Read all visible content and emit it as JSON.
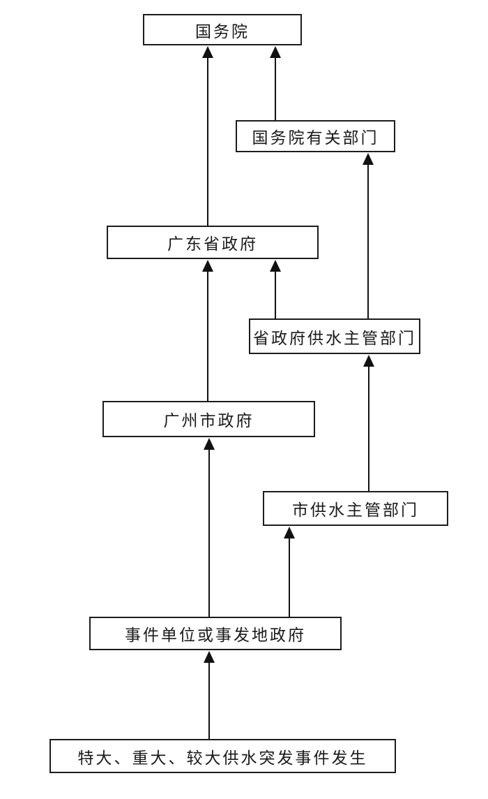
{
  "diagram": {
    "type": "flowchart",
    "direction": "bottom-up reporting flow",
    "colors": {
      "line": "#1c1c1c",
      "text": "#1a1a1a",
      "background": "#ffffff"
    },
    "nodes": [
      {
        "id": "state-council",
        "label": "国务院"
      },
      {
        "id": "state-council-departments",
        "label": "国务院有关部门"
      },
      {
        "id": "guangdong-provincial-government",
        "label": "广东省政府"
      },
      {
        "id": "provincial-water-supply-dept",
        "label": "省政府供水主管部门"
      },
      {
        "id": "guangzhou-municipal-government",
        "label": "广州市政府"
      },
      {
        "id": "municipal-water-supply-dept",
        "label": "市供水主管部门"
      },
      {
        "id": "event-unit-or-local-government",
        "label": "事件单位或事发地政府"
      },
      {
        "id": "emergency-event",
        "label": "特大、重大、较大供水突发事件发生"
      }
    ],
    "edges": [
      {
        "from": "guangdong-provincial-government",
        "to": "state-council"
      },
      {
        "from": "state-council-departments",
        "to": "state-council"
      },
      {
        "from": "provincial-water-supply-dept",
        "to": "state-council-departments"
      },
      {
        "from": "guangzhou-municipal-government",
        "to": "guangdong-provincial-government"
      },
      {
        "from": "provincial-water-supply-dept",
        "to": "guangdong-provincial-government"
      },
      {
        "from": "municipal-water-supply-dept",
        "to": "provincial-water-supply-dept"
      },
      {
        "from": "event-unit-or-local-government",
        "to": "guangzhou-municipal-government"
      },
      {
        "from": "event-unit-or-local-government",
        "to": "municipal-water-supply-dept"
      },
      {
        "from": "emergency-event",
        "to": "event-unit-or-local-government"
      }
    ]
  }
}
